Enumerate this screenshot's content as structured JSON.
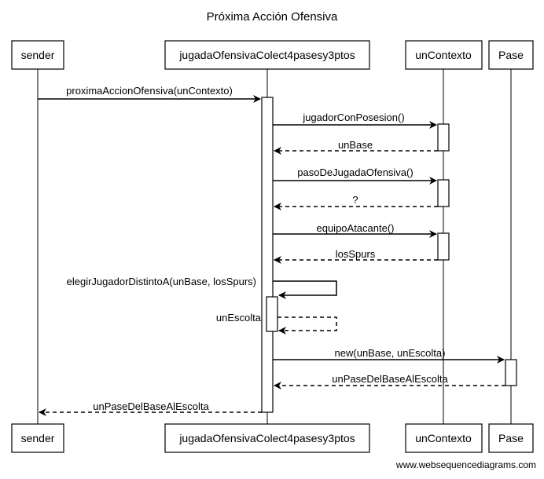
{
  "title": "Próxima Acción Ofensiva",
  "participants": [
    {
      "id": "sender",
      "label": "sender"
    },
    {
      "id": "jugada",
      "label": "jugadaOfensivaColect4pasesy3ptos"
    },
    {
      "id": "ctx",
      "label": "unContexto"
    },
    {
      "id": "pase",
      "label": "Pase"
    }
  ],
  "messages": [
    {
      "label": "proximaAccionOfensiva(unContexto)",
      "kind": "call"
    },
    {
      "label": "jugadorConPosesion()",
      "kind": "call"
    },
    {
      "label": "unBase",
      "kind": "return"
    },
    {
      "label": "pasoDeJugadaOfensiva()",
      "kind": "call"
    },
    {
      "label": "?",
      "kind": "return"
    },
    {
      "label": "equipoAtacante()",
      "kind": "call"
    },
    {
      "label": "losSpurs",
      "kind": "return"
    },
    {
      "label": "elegirJugadorDistintoA(unBase, losSpurs)",
      "kind": "self-call"
    },
    {
      "label": "unEscolta",
      "kind": "self-return"
    },
    {
      "label": "new(unBase, unEscolta)",
      "kind": "call"
    },
    {
      "label": "unPaseDelBaseAlEscolta",
      "kind": "return"
    },
    {
      "label": "unPaseDelBaseAlEscolta",
      "kind": "return"
    }
  ],
  "watermark": "www.websequencediagrams.com"
}
